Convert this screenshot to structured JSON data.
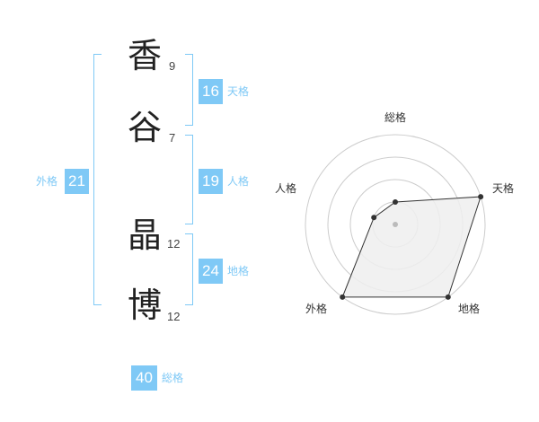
{
  "name": {
    "chars": [
      {
        "char": "香",
        "strokes": "9"
      },
      {
        "char": "谷",
        "strokes": "7"
      },
      {
        "char": "晶",
        "strokes": "12"
      },
      {
        "char": "博",
        "strokes": "12"
      }
    ]
  },
  "fortunes": {
    "tenkaku": {
      "value": "16",
      "label": "天格"
    },
    "jinkaku": {
      "value": "19",
      "label": "人格"
    },
    "chikaku": {
      "value": "24",
      "label": "地格"
    },
    "gaikaku": {
      "value": "21",
      "label": "外格"
    },
    "soukaku": {
      "value": "40",
      "label": "総格"
    }
  },
  "radar": {
    "labels": {
      "top": "総格",
      "upper_right": "天格",
      "lower_right": "地格",
      "lower_left": "外格",
      "upper_left": "人格"
    },
    "levels": 4,
    "values": {
      "soukaku": 1,
      "tenkaku": 4,
      "chikaku": 4,
      "gaikaku": 4,
      "jinkaku": 1
    }
  },
  "colors": {
    "accent": "#7fc9f6",
    "radar_fill": "#eeeeee",
    "radar_line": "#333333",
    "grid": "#cccccc"
  }
}
